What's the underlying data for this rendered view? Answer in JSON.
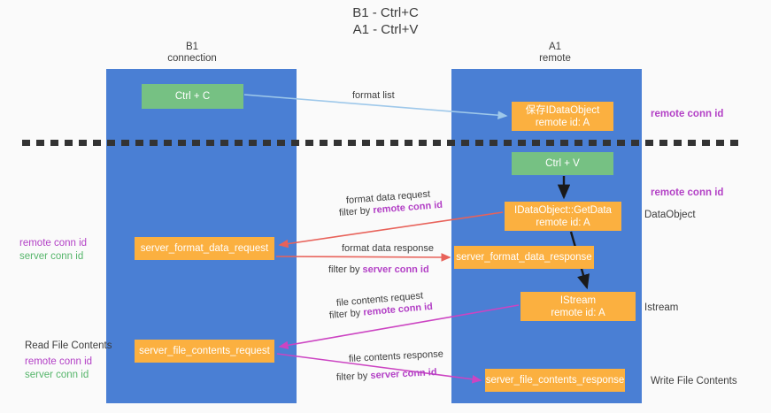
{
  "title": {
    "line1": "B1 - Ctrl+C",
    "line2": "A1 - Ctrl+V"
  },
  "columns": {
    "left": {
      "name": "B1",
      "role": "connection"
    },
    "right": {
      "name": "A1",
      "role": "remote"
    }
  },
  "nodes": {
    "ctrl_c": {
      "label": "Ctrl + C",
      "color": "#76c183"
    },
    "dataobject_saved": {
      "line1": "保存IDataObject",
      "line2": "remote id: A",
      "color": "#fbb040"
    },
    "ctrl_v": {
      "label": "Ctrl + V",
      "color": "#76c183"
    },
    "getdata": {
      "line1": "IDataObject::GetData",
      "line2": "remote id: A",
      "color": "#fbb040"
    },
    "server_format_data_request": {
      "label": "server_format_data_request",
      "color": "#fbb040"
    },
    "server_format_data_response": {
      "label": "server_format_data_response",
      "color": "#fbb040"
    },
    "istream": {
      "line1": "IStream",
      "line2": "remote id: A",
      "color": "#fbb040"
    },
    "server_file_contents_request": {
      "label": "server_file_contents_request",
      "color": "#fbb040"
    },
    "server_file_contents_response": {
      "label": "server_file_contents_response",
      "color": "#fbb040"
    }
  },
  "arrow_labels": {
    "format_list": "format list",
    "format_data_request": "format data request",
    "format_data_request_filter_prefix": "filter by ",
    "format_data_request_filter_key": "remote conn id",
    "format_data_response": "format data response",
    "format_data_response_filter_prefix": "filter by ",
    "format_data_response_filter_key": "server conn id",
    "file_contents_request": "file contents request",
    "file_contents_request_filter_prefix": "filter by ",
    "file_contents_request_filter_key": "remote conn id",
    "file_contents_response": "file contents response",
    "file_contents_response_filter_prefix": "filter by ",
    "file_contents_response_filter_key": "server conn id"
  },
  "annotations": {
    "right_remote_conn_id_top": "remote conn id",
    "right_remote_conn_id_mid": "remote conn id",
    "right_dataobject": "DataObject",
    "right_istream": "Istream",
    "right_write_file_contents": "Write File Contents",
    "left_remote_conn_id_mid": "remote conn id",
    "left_server_conn_id_mid": "server conn id",
    "left_read_file_contents": "Read File Contents",
    "left_remote_conn_id_bot": "remote conn id",
    "left_server_conn_id_bot": "server conn id"
  },
  "colors": {
    "lane": "#4a7fd4",
    "node_green": "#76c183",
    "node_orange": "#fbb040",
    "purple": "#b341c6",
    "green_text": "#55b56a",
    "arrow_blue": "#9ec8ea",
    "arrow_red": "#e8625a",
    "arrow_magenta": "#cc44c2",
    "arrow_black": "#1a1a1a",
    "divider": "#333333",
    "background": "#fafafa"
  }
}
